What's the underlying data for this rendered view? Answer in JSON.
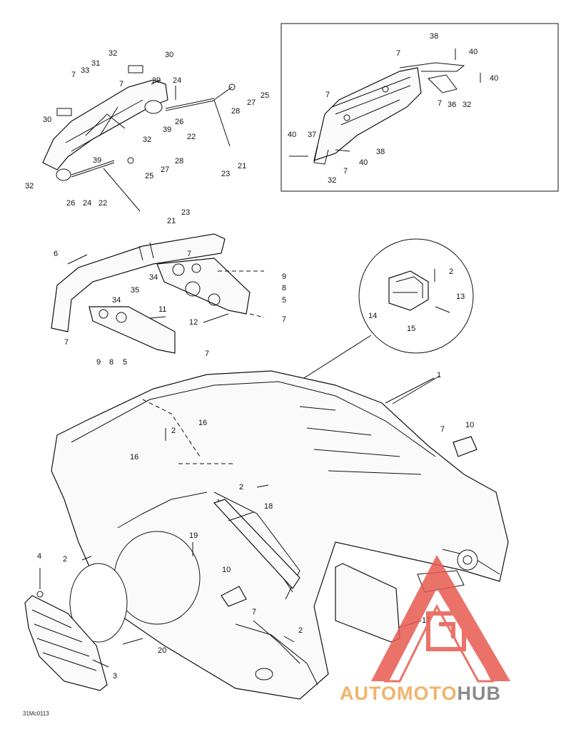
{
  "diagram": {
    "drawing_code": "31Mc0113",
    "callouts": {
      "c_32a": "32",
      "c_30a": "30",
      "c_33": "33",
      "c_31": "31",
      "c_7a": "7",
      "c_7b": "7",
      "c_29": "29",
      "c_24a": "24",
      "c_25a": "25",
      "c_27a": "27",
      "c_28a": "28",
      "c_26a": "26",
      "c_39a": "39",
      "c_32b": "32",
      "c_30b": "30",
      "c_22a": "22",
      "c_39b": "39",
      "c_28b": "28",
      "c_27b": "27",
      "c_25b": "25",
      "c_21a": "21",
      "c_23a": "23",
      "c_32c": "32",
      "c_26b": "26",
      "c_24b": "24",
      "c_22b": "22",
      "c_23b": "23",
      "c_21b": "21",
      "c_38a": "38",
      "c_7c": "7",
      "c_40a": "40",
      "c_40b": "40",
      "c_7d": "7",
      "c_7e": "7",
      "c_36": "36",
      "c_32d": "32",
      "c_40c": "40",
      "c_37": "37",
      "c_38b": "38",
      "c_40d": "40",
      "c_7f": "7",
      "c_32e": "32",
      "c_6": "6",
      "c_7g": "7",
      "c_34a": "34",
      "c_35": "35",
      "c_34b": "34",
      "c_9a": "9",
      "c_8a": "8",
      "c_5a": "5",
      "c_7h": "7",
      "c_12": "12",
      "c_11": "11",
      "c_7i": "7",
      "c_9b": "9",
      "c_8b": "8",
      "c_5b": "5",
      "c_7j": "7",
      "c_2a": "2",
      "c_13": "13",
      "c_14": "14",
      "c_15": "15",
      "c_1": "1",
      "c_7k": "7",
      "c_10a": "10",
      "c_16a": "16",
      "c_2b": "2",
      "c_16b": "16",
      "c_2c": "2",
      "c_18": "18",
      "c_19": "19",
      "c_4": "4",
      "c_2d": "2",
      "c_10b": "10",
      "c_7l": "7",
      "c_17": "17",
      "c_2e": "2",
      "c_20": "20",
      "c_3": "3"
    }
  },
  "watermark": {
    "part1": "AUTOMOTO",
    "part2": "HUB",
    "color_primary": "#e85a4f",
    "color_secondary": "#f2b36c",
    "color_tertiary": "#8a8a8a"
  }
}
